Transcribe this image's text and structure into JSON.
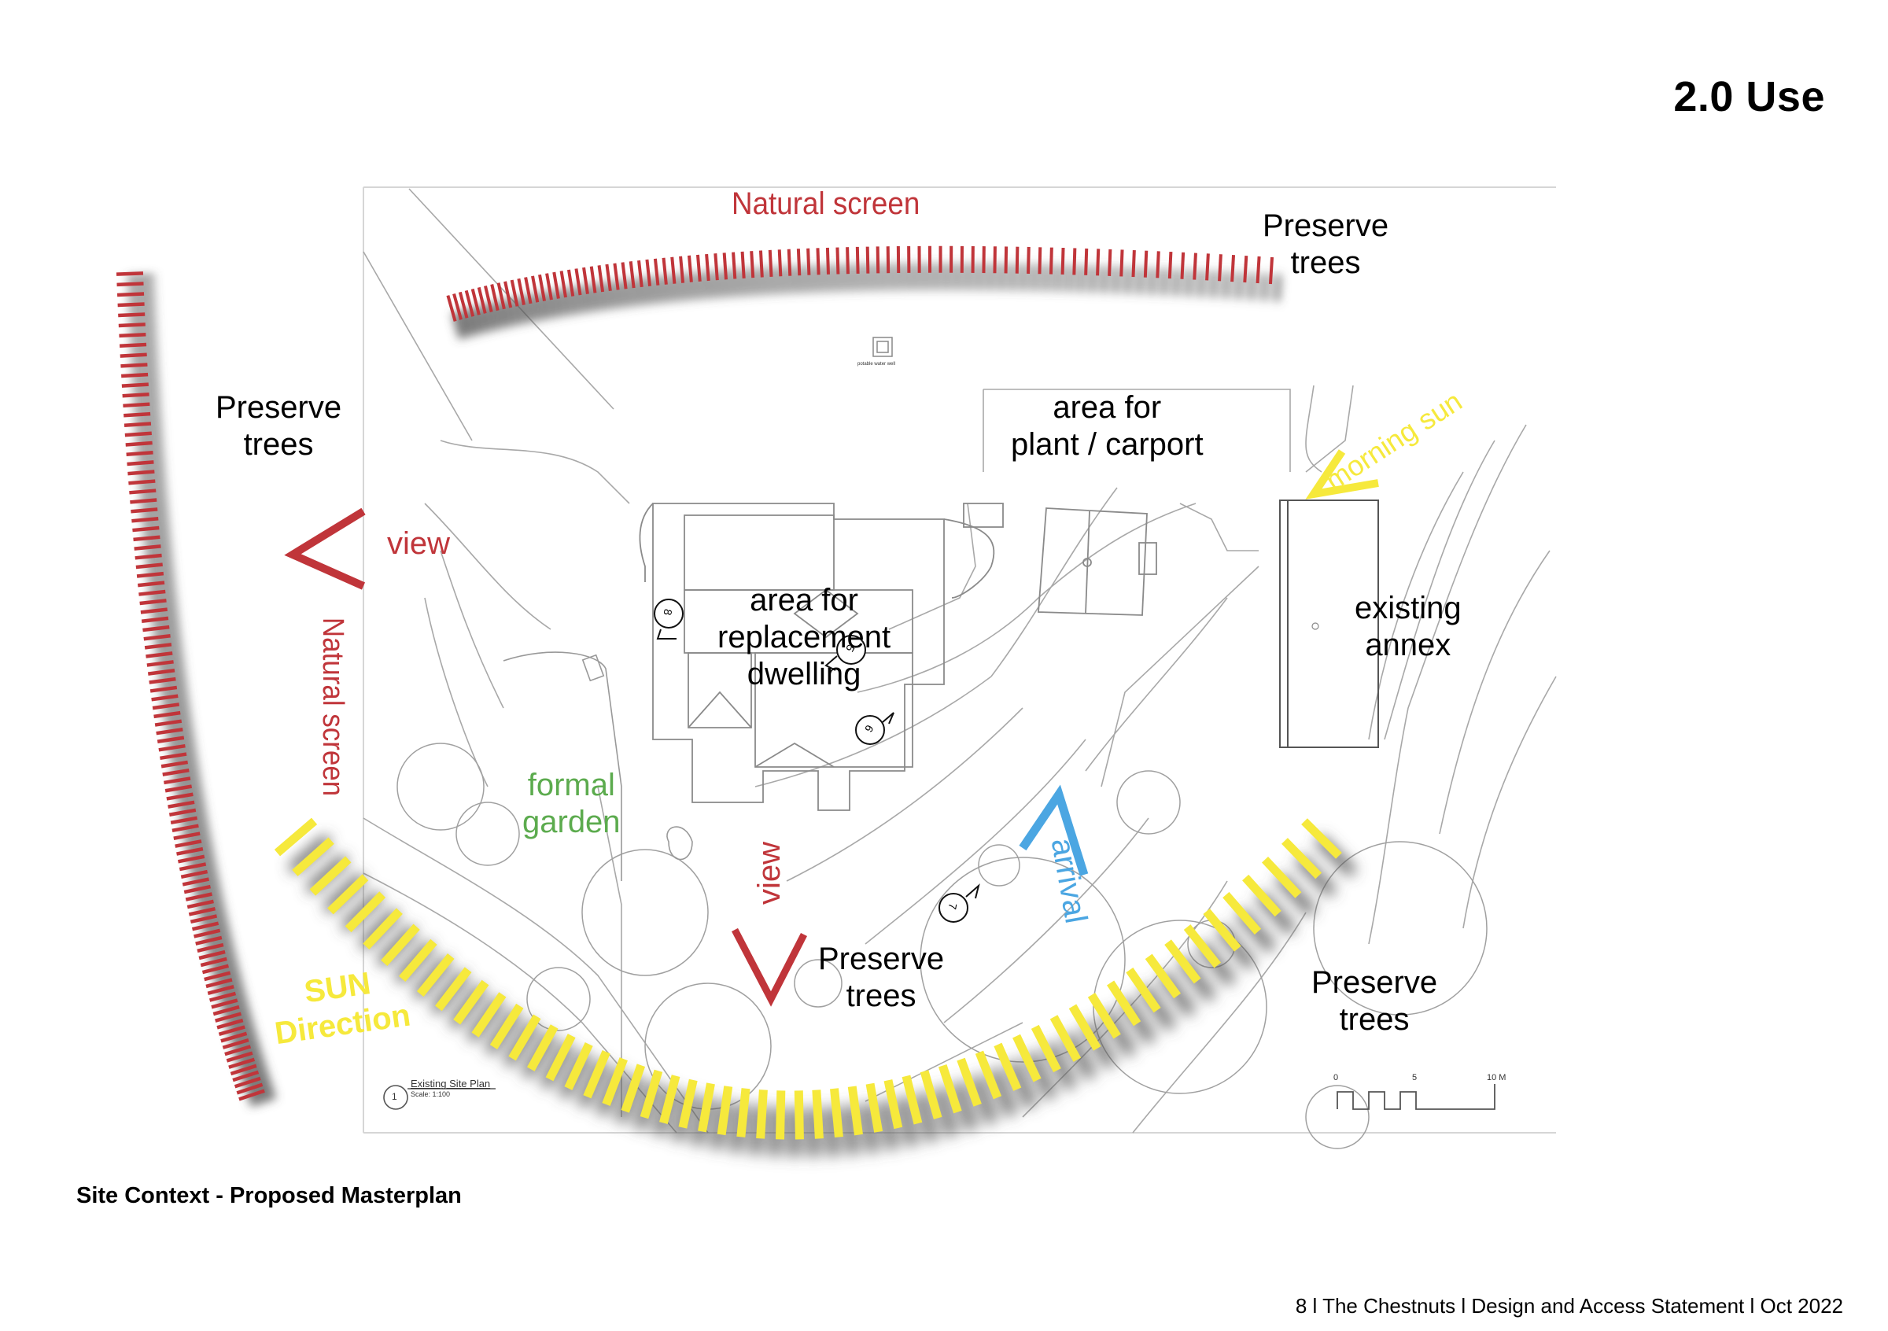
{
  "page": {
    "title": "2.0 Use",
    "caption": "Site Context - Proposed Masterplan",
    "footer": "8 l The Chestnuts l Design and Access Statement l Oct 2022"
  },
  "colors": {
    "screen_red": "#c0353a",
    "sun_yellow": "#f6e93c",
    "arrival_blue": "#4ba6e2",
    "garden_green": "#5cab4e",
    "plan_line": "#9a9a9a"
  },
  "plan": {
    "title": "Existing Site Plan",
    "scale": "Scale: 1:100",
    "number": "1",
    "well_label": "potable water well",
    "scale_bar": {
      "start": "0",
      "mid": "5",
      "end": "10 M"
    },
    "view_markers": [
      "8",
      "5",
      "6",
      "7"
    ]
  },
  "annotations": {
    "natural_screen_top": "Natural screen",
    "natural_screen_left": "Natural screen",
    "preserve_trees_top_right": [
      "Preserve",
      "trees"
    ],
    "preserve_trees_left": [
      "Preserve",
      "trees"
    ],
    "preserve_trees_bottom_center": [
      "Preserve",
      "trees"
    ],
    "preserve_trees_bottom_right": [
      "Preserve",
      "trees"
    ],
    "area_plant_carport": [
      "area for",
      "plant / carport"
    ],
    "area_replacement_dwelling": [
      "area for",
      "replacement",
      "dwelling"
    ],
    "existing_annex": [
      "existing",
      "annex"
    ],
    "formal_garden": [
      "formal",
      "garden"
    ],
    "view_left": "view",
    "view_bottom": "view",
    "arrival": "arrival",
    "morning_sun": "morning sun",
    "sun_direction": [
      "SUN",
      "Direction"
    ]
  }
}
